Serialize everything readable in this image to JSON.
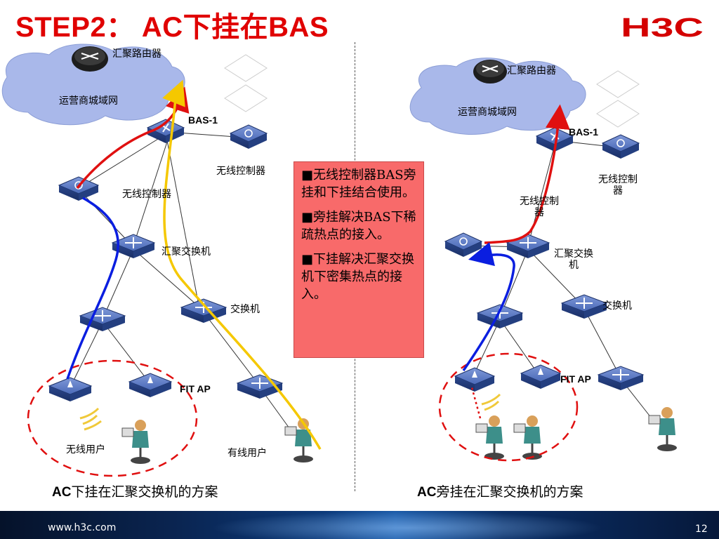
{
  "slide": {
    "title": "STEP2：  AC下挂在BAS",
    "logo_text": "H3C",
    "url": "www.h3c.com",
    "page_number": "12"
  },
  "left": {
    "aggregation_router": "汇聚路由器",
    "carrier_network": "运营商城域网",
    "bas": "BAS-1",
    "wlc_side": "无线控制器",
    "wlc_below": "无线控制器",
    "agg_switch": "汇聚交换机",
    "switch": "交换机",
    "fit_ap": "FIT AP",
    "wireless_user": "无线用户",
    "wired_user": "有线用户",
    "caption_prefix": "AC",
    "caption_rest": "下挂在汇聚交换机的方案"
  },
  "right": {
    "aggregation_router": "汇聚路由器",
    "carrier_network": "运营商城域网",
    "bas": "BAS-1",
    "wlc_side_line1": "无线控制",
    "wlc_side_line2": "器",
    "wlc_bypass_line1": "无线控制",
    "wlc_bypass_line2": "器",
    "agg_switch_line1": "汇聚交换",
    "agg_switch_line2": "机",
    "switch": "交换机",
    "fit_ap": "FIT AP",
    "caption_prefix": "AC",
    "caption_rest": "旁挂在汇聚交换机的方案"
  },
  "notes": [
    "■无线控制器BAS旁挂和下挂结合使用。",
    "■旁挂解决BAS下稀疏热点的接入。",
    "■下挂解决汇聚交换机下密集热点的接入。"
  ],
  "colors": {
    "title": "#e00000",
    "cloud": "#a9b8ea",
    "device_face": "#3a5fa8",
    "path_red": "#e01010",
    "path_blue": "#0a1ee0",
    "path_yellow": "#f5c800",
    "note_bg": "#f86a6a"
  }
}
